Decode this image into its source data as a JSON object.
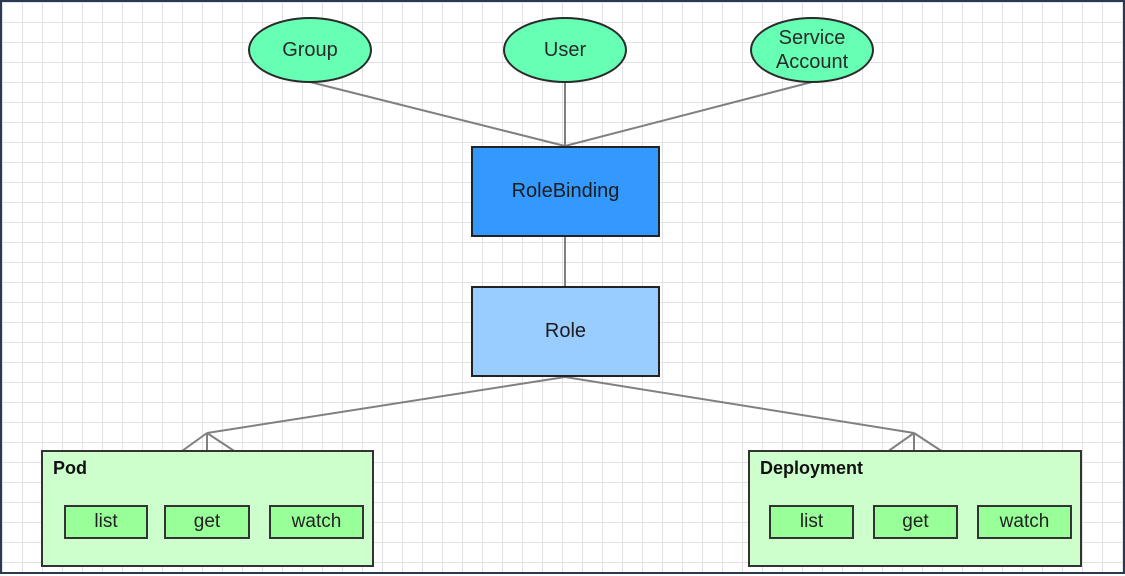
{
  "subjects": {
    "group": "Group",
    "user": "User",
    "service_account": "Service\nAccount"
  },
  "binding": {
    "label": "RoleBinding",
    "color": "#3399ff"
  },
  "role": {
    "label": "Role",
    "color": "#99ccff"
  },
  "resources": {
    "pod": {
      "title": "Pod",
      "verbs": [
        "list",
        "get",
        "watch"
      ]
    },
    "deployment": {
      "title": "Deployment",
      "verbs": [
        "list",
        "get",
        "watch"
      ]
    }
  },
  "colors": {
    "subject_fill": "#66ffb3",
    "resource_fill": "#ccffcc",
    "verb_fill": "#99ff99",
    "connector": "#808080"
  }
}
